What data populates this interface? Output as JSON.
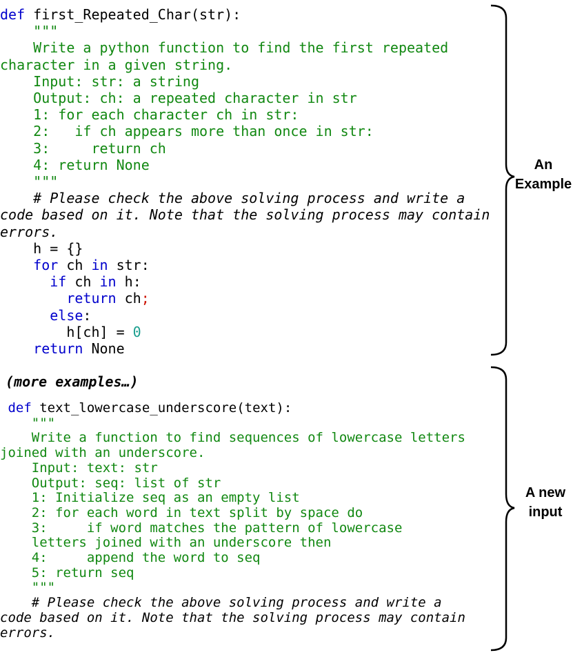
{
  "example": {
    "l1_kw": "def",
    "l1_rest": " first_Repeated_Char(str):",
    "l2": "    \"\"\"",
    "l3": "    Write a python function to find the first repeated",
    "l4": "character in a given string.",
    "l5": "    Input: str: a string",
    "l6": "    Output: ch: a repeated character in str",
    "l7": "    1: for each character ch in str:",
    "l8": "    2:   if ch appears more than once in str:",
    "l9": "    3:     return ch",
    "l10": "    4: return None",
    "l11": "    \"\"\"",
    "l12": "    # Please check the above solving process and write a",
    "l13": "code based on it. Note that the solving process may contain",
    "l14": "errors.",
    "l15": "    h = {}",
    "l16_kw1": "for",
    "l16_mid": " ch ",
    "l16_kw2": "in",
    "l16_rest": " str:",
    "l17_kw1": "if",
    "l17_mid": " ch ",
    "l17_kw2": "in",
    "l17_rest": " h:",
    "l18_kw": "return",
    "l18_rest": " ch",
    "l18_semi": ";",
    "l19_kw": "else",
    "l19_rest": ":",
    "l20_text": "h[ch] = ",
    "l20_num": "0",
    "l21_kw": "return",
    "l21_rest": " None"
  },
  "more_examples": "(more examples…)",
  "new_input": {
    "l1_kw": "def",
    "l1_rest": " text_lowercase_underscore(text):",
    "l2": "    \"\"\"",
    "l3": "    Write a function to find sequences of lowercase letters",
    "l4": "joined with an underscore.",
    "l5": "    Input: text: str",
    "l6": "    Output: seq: list of str",
    "l7": "    1: Initialize seq as an empty list",
    "l8": "    2: for each word in text split by space do",
    "l9": "    3:     if word matches the pattern of lowercase",
    "l10": "    letters joined with an underscore then",
    "l11": "    4:     append the word to seq",
    "l12": "    5: return seq",
    "l13": "    \"\"\"",
    "l14": "    # Please check the above solving process and write a",
    "l15": "code based on it. Note that the solving process may contain",
    "l16": "errors."
  },
  "labels": {
    "example_line1": "An",
    "example_line2": "Example",
    "new_line1": "A new",
    "new_line2": "input"
  }
}
